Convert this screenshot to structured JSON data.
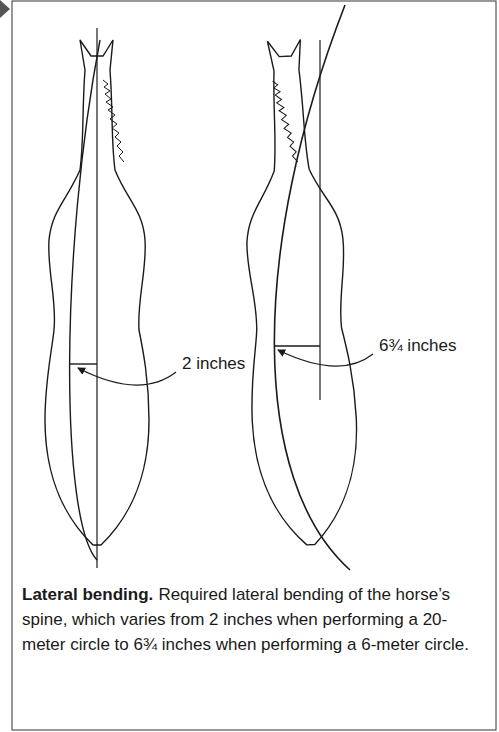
{
  "diagram": {
    "title": "Lateral bending.",
    "caption": "Required lateral bending of the horse’s spine, which varies from 2 inches when performing a 20-meter circle to 6¾ inches when performing a 6-meter circle.",
    "labels": [
      "2 inches",
      "6¾ inches"
    ]
  }
}
